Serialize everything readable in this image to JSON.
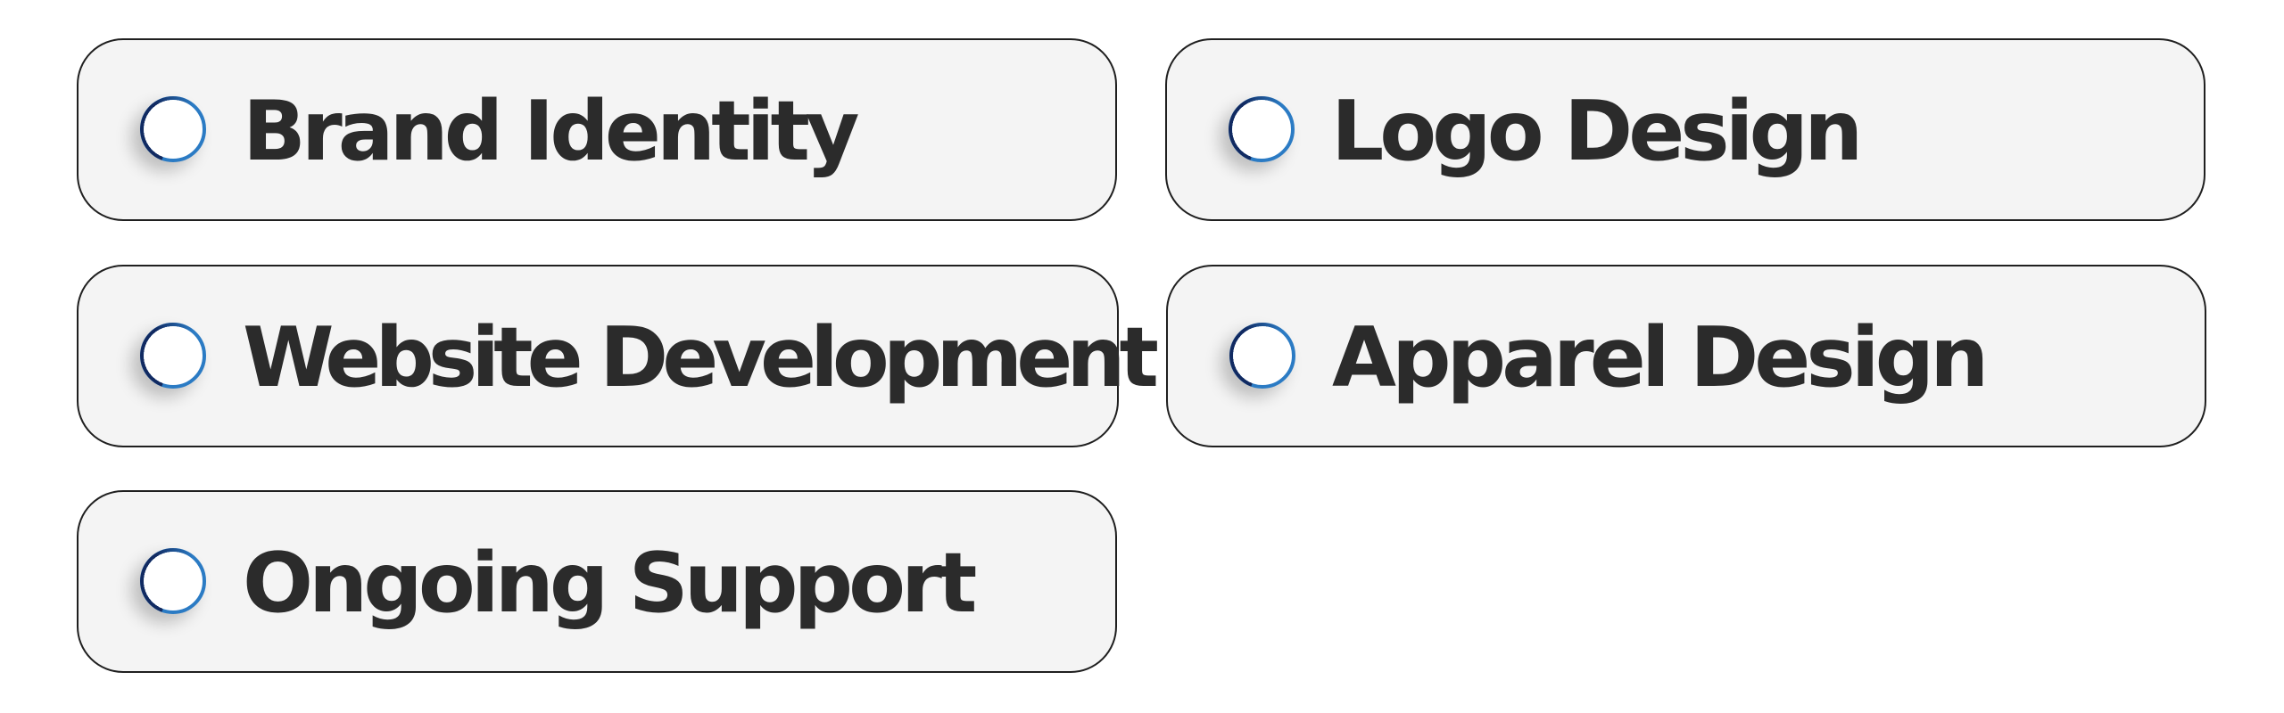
{
  "options": [
    {
      "label": "Brand Identity",
      "selected": false
    },
    {
      "label": "Logo Design",
      "selected": false
    },
    {
      "label": "Website Development",
      "selected": false
    },
    {
      "label": "Apparel Design",
      "selected": false
    },
    {
      "label": "Ongoing Support",
      "selected": false
    }
  ],
  "colors": {
    "card_background": "#f4f4f4",
    "card_border": "#1f1f1f",
    "radio_ring": "#2b7bc4",
    "radio_ring_dark": "#10265c",
    "label_text": "#2b2b2b"
  }
}
